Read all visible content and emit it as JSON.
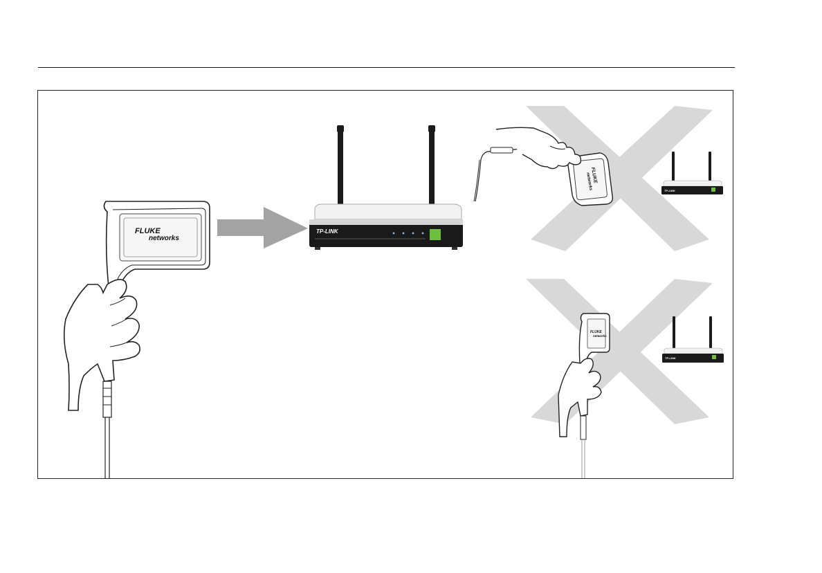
{
  "figure": {
    "correct": {
      "analyzer_logo_line1": "FLUKE",
      "analyzer_logo_line2": "networks",
      "router_brand": "TP-LINK"
    },
    "wrong_top": {
      "analyzer_logo_line1": "FLUKE",
      "analyzer_logo_line2": "networks",
      "router_brand": "TP-LINK"
    },
    "wrong_bottom": {
      "analyzer_logo_line1": "FLUKE",
      "analyzer_logo_line2": "networks",
      "router_brand": "TP-LINK"
    }
  },
  "colors": {
    "arrow": "#a3a3a3",
    "cross": "#d8d8d8",
    "router_body": "#f2f2f2",
    "router_base": "#1a1a1a",
    "router_led": "#6fbf3f",
    "outline": "#222222"
  }
}
